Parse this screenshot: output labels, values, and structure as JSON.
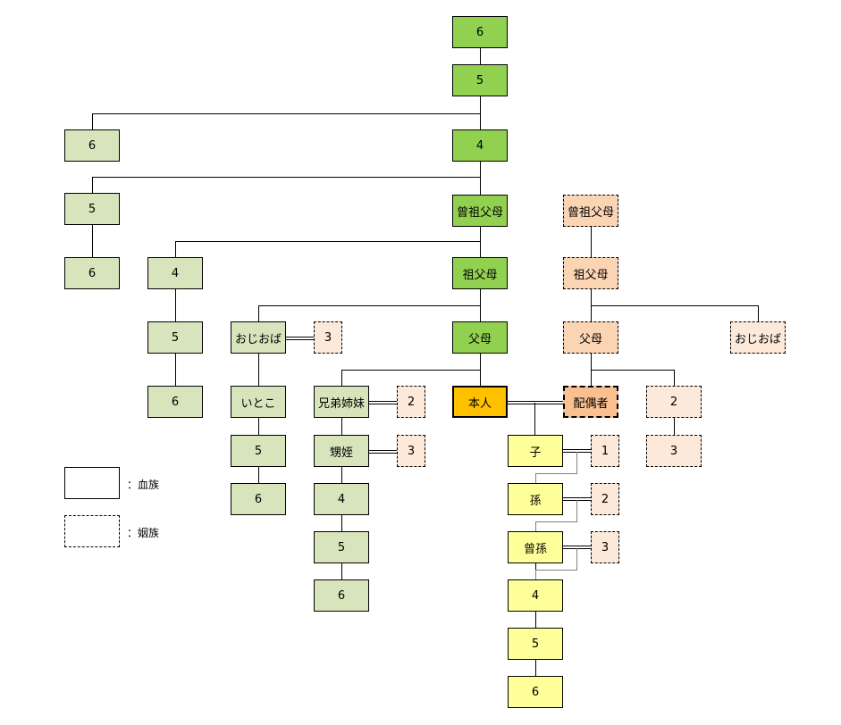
{
  "lineal_ancestors": {
    "g6": "6",
    "g5": "5",
    "g4": "4",
    "great_grandparents": "曾祖父母",
    "grandparents": "祖父母",
    "parents": "父母"
  },
  "self": "本人",
  "spouse": "配偶者",
  "collateral": {
    "g4_sib": "6",
    "g3_sib": "5",
    "g3_sib_child": "6",
    "g2_sib": "4",
    "g2_sib_child": "5",
    "g2_sib_grandchild": "6",
    "uncle_aunt": "おじおば",
    "uncle_aunt_spouse": "3",
    "cousin": "いとこ",
    "cousin_child": "5",
    "cousin_grandchild": "6",
    "siblings": "兄弟姉妹",
    "siblings_spouse": "2",
    "nephew_niece": "甥姪",
    "nephew_niece_spouse": "3",
    "nn_child": "4",
    "nn_grandchild": "5",
    "nn_great_grandchild": "6"
  },
  "spouse_side": {
    "great_grandparents": "曾祖父母",
    "grandparents": "祖父母",
    "parents": "父母",
    "uncle_aunt": "おじおば",
    "siblings": "2",
    "siblings_child": "3"
  },
  "descendants": {
    "child": "子",
    "child_spouse": "1",
    "grandchild": "孫",
    "grandchild_spouse": "2",
    "great_grandchild": "曾孫",
    "great_grandchild_spouse": "3",
    "d4": "4",
    "d5": "5",
    "d6": "6"
  },
  "legend": {
    "blood": "：血族",
    "affinity": "：姻族"
  }
}
